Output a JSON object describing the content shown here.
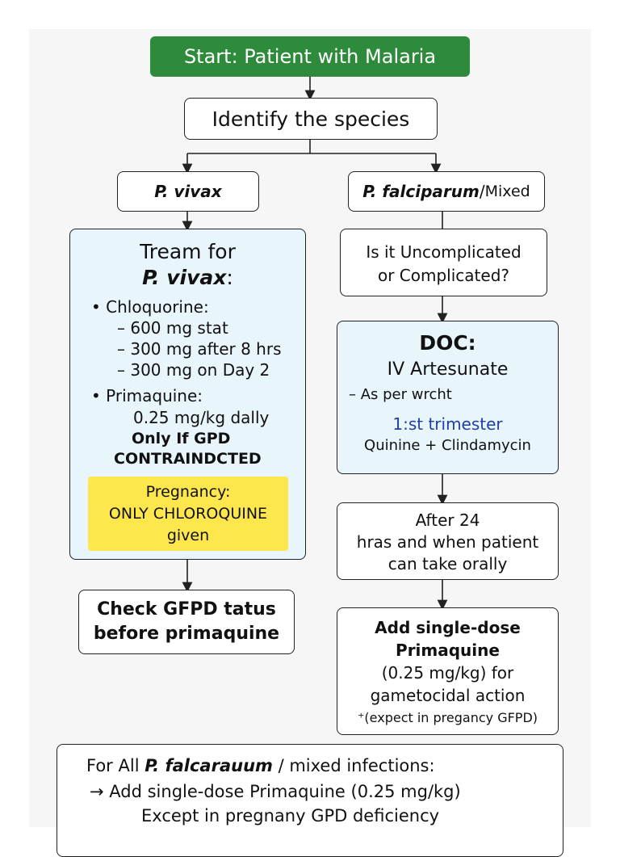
{
  "start": {
    "label": "Start: Patient with Malaria"
  },
  "identify": {
    "label": "Identify the species"
  },
  "vivax": {
    "label": "P. vivax"
  },
  "falciparum": {
    "species": "P. falciparum",
    "slash": "/",
    "mixed": "Mixed"
  },
  "treat_vivax": {
    "title_line1": "Tream for",
    "title_line2": "P. vivax",
    "title_colon": ":",
    "chloroquine_label": "• Chloquorine:",
    "dose1": "– 600 mg stat",
    "dose2": "– 300 mg after 8 hrs",
    "dose3": "– 300 mg on Day 2",
    "primaquine_label": "• Primaquine:",
    "primaquine_dose": "0.25 mg/kg   dally",
    "note1": "Only If GPD",
    "note2": "CONTRAINDCTED",
    "pregnancy_line1": "Pregnancy:",
    "pregnancy_line2": "ONLY CHLOROQUINE",
    "pregnancy_line3": "given"
  },
  "check_g6pd": {
    "line1": "Check GFPD tatus",
    "line2": "before primaquine"
  },
  "uncomplicated": {
    "line1": "Is it Uncomplicated",
    "line2": "or Complicated?"
  },
  "doc": {
    "title": "DOC:",
    "drug": "IV Artesunate",
    "note": "– As per wrcht",
    "trimester": "1:st trimester",
    "alt": "Quinine + Clindamycin"
  },
  "after24": {
    "line1": "After 24",
    "line2": "hras and when patient",
    "line3": "can take orally"
  },
  "add_dose": {
    "line1": "Add single-dose",
    "line2": "Primaquine",
    "line3": "(0.25 mg/kg) for",
    "line4": "gametocidal action",
    "line5": "⁺(expect in pregancy GFPD)"
  },
  "for_all": {
    "prefix": "For All ",
    "species": "P. falcarauum",
    "suffix": " / mixed infections:",
    "line2": "→ Add single-dose Primaquine (0.25 mg/kg)",
    "line3": "Except in pregnany   GPD deficiency"
  },
  "colors": {
    "start_green": "#2e8b3b",
    "light_blue": "#e8f5fb",
    "pregnancy_yellow": "#fde74c",
    "trimester_blue": "#1f3fa8"
  }
}
